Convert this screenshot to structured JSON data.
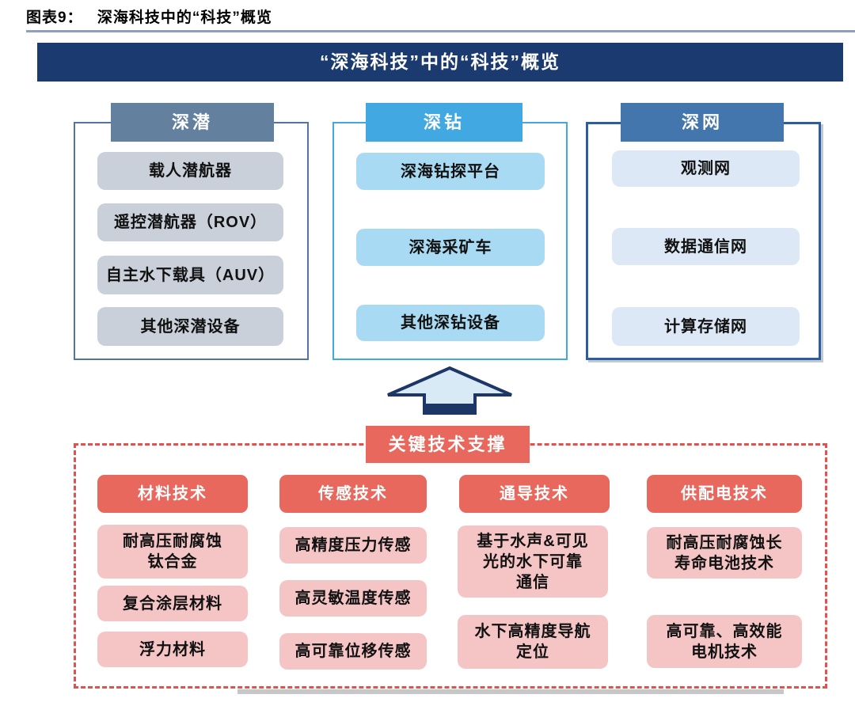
{
  "figure": {
    "label": "图表9：",
    "title": "深海科技中的“科技”概览"
  },
  "banner": {
    "title": "“深海科技”中的“科技”概览"
  },
  "top_columns": [
    {
      "header": "深潜",
      "items": [
        "载人潜航器",
        "遥控潜航器（ROV）",
        "自主水下载具（AUV）",
        "其他深潜设备"
      ]
    },
    {
      "header": "深钻",
      "items": [
        "深海钻探平台",
        "深海采矿车",
        "其他深钻设备"
      ]
    },
    {
      "header": "深网",
      "items": [
        "观测网",
        "数据通信网",
        "计算存储网"
      ]
    }
  ],
  "support": {
    "label": "关键技术支撑",
    "columns": [
      {
        "header": "材料技术",
        "items": [
          "耐高压耐腐蚀\n钛合金",
          "复合涂层材料",
          "浮力材料"
        ]
      },
      {
        "header": "传感技术",
        "items": [
          "高精度压力传感",
          "高灵敏温度传感",
          "高可靠位移传感"
        ]
      },
      {
        "header": "通导技术",
        "items": [
          "基于水声&可见\n光的水下可靠\n通信",
          "水下高精度导航\n定位"
        ]
      },
      {
        "header": "供配电技术",
        "items": [
          "耐高压耐腐蚀长\n寿命电池技术",
          "高可靠、高效能\n电机技术"
        ]
      }
    ]
  },
  "icons": {
    "arrow": "up-block-arrow"
  },
  "colors": {
    "navy": "#1b3a70",
    "slate": "#63809f",
    "slateBorder": "#53749f",
    "sky": "#41a8e1",
    "midblue": "#4476ae",
    "blueBorder": "#2d5d9e",
    "grayitem": "#c9d0d9",
    "skyitem": "#a9daf3",
    "paleitem": "#dce8f5",
    "red": "#e8685e",
    "pink": "#f5c5c6",
    "dash": "#e0524e",
    "rule": "#8fa0ba",
    "arrowfill": "#d9eaf7",
    "arrowstroke": "#1c3667"
  }
}
